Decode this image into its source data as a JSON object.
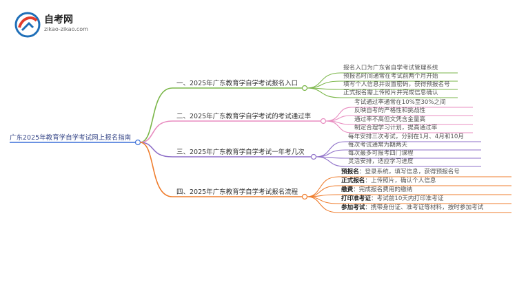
{
  "logo": {
    "name": "自考网",
    "url": "zikao-zikao.com"
  },
  "root": "广东2025年教育学自学考试网上报名指南",
  "branches": [
    {
      "label": "一、2025年广东教育学自学考试报名入口",
      "color": "#7ab648",
      "items": [
        {
          "text": "报名入口为广东省自学考试管理系统"
        },
        {
          "text": "预报名时间通常在考试前两个月开始"
        },
        {
          "text": "填写个人信息并设置密码，获得预报名号"
        },
        {
          "text": "正式报名需上传照片并完成信息确认"
        }
      ]
    },
    {
      "label": "二、2025年广东教育学自学考试的考试通过率",
      "color": "#e88cc0",
      "items": [
        {
          "text": "考试通过率通常在10%至30%之间"
        },
        {
          "text": "反映自考的严格性和挑战性"
        },
        {
          "text": "通过率不高但文凭含金量高"
        },
        {
          "text": "制定合理学习计划，提高通过率"
        }
      ]
    },
    {
      "label": "三、2025年广东教育学自学考试一年考几次",
      "color": "#8e6fc8",
      "items": [
        {
          "text": "每年安排三次考试，分别在1月、4月和10月"
        },
        {
          "text": "每次考试通常为期两天"
        },
        {
          "text": "每次最多可报考四门课程"
        },
        {
          "text": "灵活安排，适应学习进度"
        }
      ]
    },
    {
      "label": "四、2025年广东教育学自学考试报名流程",
      "color": "#ef7d2d",
      "items": [
        {
          "bold": "预报名",
          "text": "：登录系统，填写信息，获得预报名号"
        },
        {
          "bold": "正式报名",
          "text": "：上传照片，确认个人信息"
        },
        {
          "bold": "缴费",
          "text": "：完成报名费用的缴纳"
        },
        {
          "bold": "打印准考证",
          "text": "：考试前10天内打印准考证"
        },
        {
          "bold": "参加考试",
          "text": "：携带身份证、准考证等材料，按时参加考试"
        }
      ]
    }
  ]
}
